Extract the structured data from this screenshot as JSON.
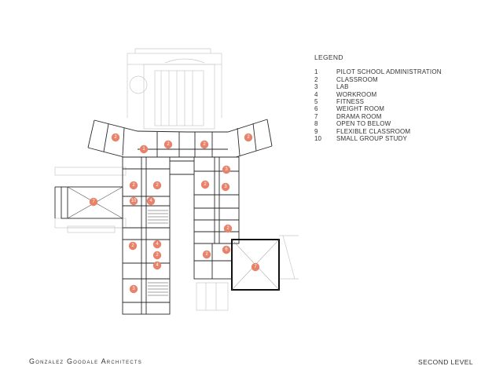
{
  "legend": {
    "title": "LEGEND",
    "items": [
      {
        "num": "1",
        "label": "PILOT SCHOOL ADMINISTRATION"
      },
      {
        "num": "2",
        "label": "CLASSROOM"
      },
      {
        "num": "3",
        "label": "LAB"
      },
      {
        "num": "4",
        "label": "WORKROOM"
      },
      {
        "num": "5",
        "label": "FITNESS"
      },
      {
        "num": "6",
        "label": "WEIGHT ROOM"
      },
      {
        "num": "7",
        "label": "DRAMA ROOM"
      },
      {
        "num": "8",
        "label": "OPEN TO BELOW"
      },
      {
        "num": "9",
        "label": "FLEXIBLE CLASSROOM"
      },
      {
        "num": "10",
        "label": "SMALL GROUP STUDY"
      }
    ]
  },
  "footer": {
    "firm": "Gonzalez Goodale Architects",
    "level": "SECOND LEVEL"
  },
  "markers": [
    "2",
    "1",
    "2",
    "2",
    "2",
    "2",
    "2",
    "3",
    "7",
    "2",
    "2",
    "4",
    "2",
    "3",
    "10",
    "4",
    "2",
    "4",
    "3",
    "2",
    "2",
    "6",
    "7",
    "2"
  ],
  "colors": {
    "marker": "#e8826a",
    "wall": "#222222",
    "ghost": "#c8c8c8"
  }
}
